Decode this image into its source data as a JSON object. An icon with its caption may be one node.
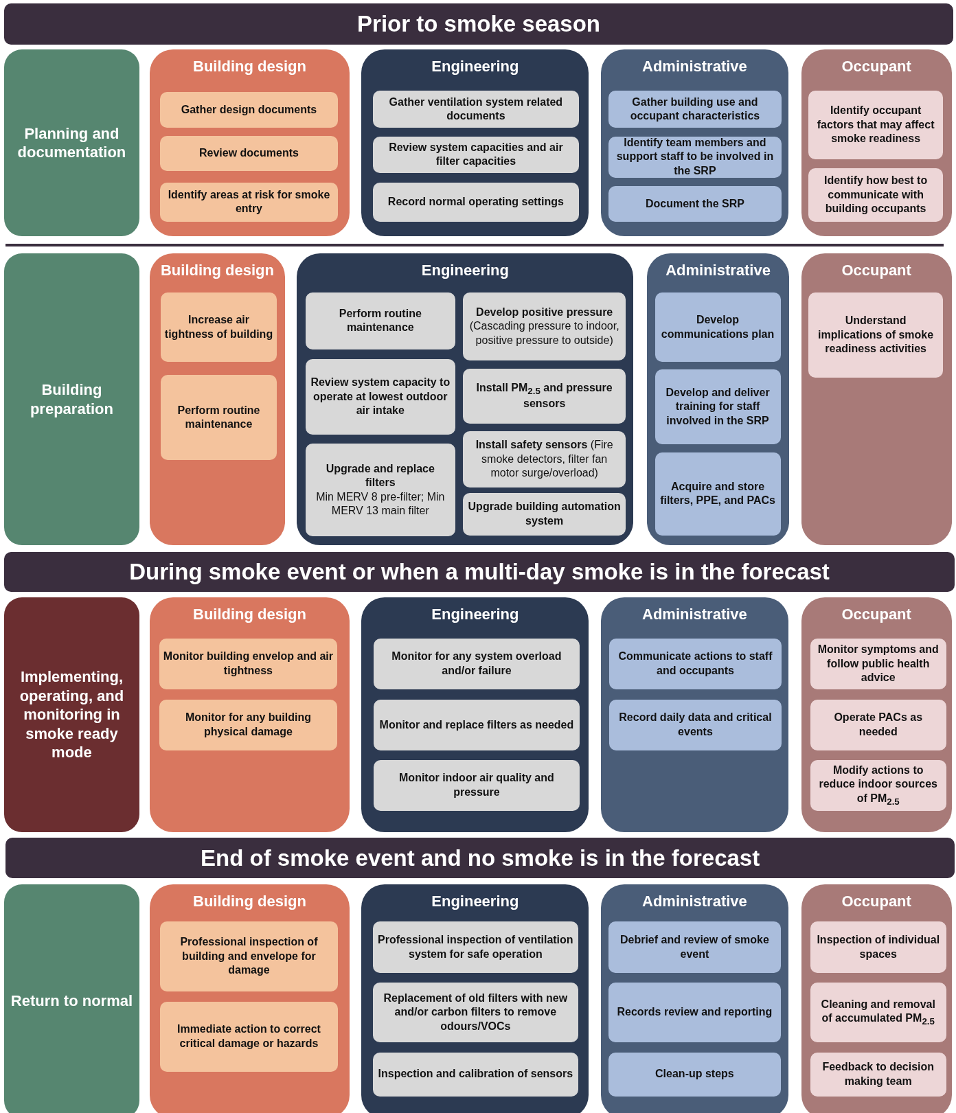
{
  "diagram": {
    "nodes": [
      {
        "text": [
          "Prior to smoke season"
        ]
      },
      {
        "text": [
          "Planning and documentation"
        ]
      },
      {
        "text": [
          "Building design"
        ]
      },
      {
        "text": [
          "Gather design documents"
        ],
        "in": 2
      },
      {
        "text": [
          "Review documents"
        ],
        "in": 2
      },
      {
        "text": [
          "Identify areas at risk for smoke entry"
        ],
        "in": 2
      },
      {
        "text": [
          "Engineering"
        ]
      },
      {
        "text": [
          "Gather ventilation system related documents"
        ],
        "in": 6
      },
      {
        "text": [
          "Review system capacities and air filter capacities"
        ],
        "in": 6
      },
      {
        "text": [
          "Record normal operating settings"
        ],
        "in": 6
      },
      {
        "text": [
          "Administrative"
        ]
      },
      {
        "text": [
          "Gather building use and occupant characteristics"
        ],
        "in": 10
      },
      {
        "text": [
          "Identify team members and support staff to be involved in the SRP"
        ],
        "in": 10
      },
      {
        "text": [
          "Document the SRP"
        ],
        "in": 10
      },
      {
        "text": [
          "Occupant"
        ]
      },
      {
        "text": [
          "Identify occupant factors that may affect smoke readiness"
        ],
        "in": 14
      },
      {
        "text": [
          "Identify how best to communicate with building occupants"
        ],
        "in": 14
      },
      {
        "text": [
          "Building preparation"
        ]
      },
      {
        "text": [
          "Building design"
        ]
      },
      {
        "text": [
          "Increase air tightness of building"
        ],
        "in": 18
      },
      {
        "text": [
          "Perform routine maintenance"
        ],
        "in": 18
      },
      {
        "text": [
          "Engineering"
        ]
      },
      {
        "text": [
          "Perform routine maintenance"
        ],
        "in": 21
      },
      {
        "text": [
          "Develop positive pressure",
          "(Cascading pressure to indoor, positive pressure to outside)"
        ],
        "in": 21
      },
      {
        "text": [
          "Review system capacity to operate at lowest outdoor air intake"
        ],
        "in": 21
      },
      {
        "text": [
          "Install PM$_{2.5}$ and pressure sensors"
        ],
        "in": 21
      },
      {
        "text": [
          "**Install safety sensors** (Fire smoke detectors, filter fan motor surge/overload)"
        ],
        "in": 21
      },
      {
        "text": [
          "Upgrade and replace filters",
          "Min MERV 8 pre-filter; Min MERV 13 main filter"
        ],
        "in": 21
      },
      {
        "text": [
          "Upgrade building automation system"
        ],
        "in": 21
      },
      {
        "text": [
          "Administrative"
        ]
      },
      {
        "text": [
          "Develop communications plan"
        ],
        "in": 29
      },
      {
        "text": [
          "Develop and deliver training for staff involved in the SRP"
        ],
        "in": 29
      },
      {
        "text": [
          "Acquire and store filters, PPE, and PACs"
        ],
        "in": 29
      },
      {
        "text": [
          "Occupant"
        ]
      },
      {
        "text": [
          "Understand implications of smoke readiness activities"
        ],
        "in": 33
      },
      {
        "text": [
          "During smoke event or when a multi-day smoke is in the forecast"
        ]
      },
      {
        "text": [
          "Implementing, operating, and monitoring in smoke ready mode"
        ]
      },
      {
        "text": [
          "Building design"
        ]
      },
      {
        "text": [
          "Monitor building envelop and air tightness"
        ],
        "in": 37
      },
      {
        "text": [
          "Monitor for any building physical damage"
        ],
        "in": 37
      },
      {
        "text": [
          "Engineering"
        ]
      },
      {
        "text": [
          "Monitor for any system overload and/or failure"
        ],
        "in": 40
      },
      {
        "text": [
          "Monitor and replace filters as needed"
        ],
        "in": 40
      },
      {
        "text": [
          "Monitor indoor air quality and pressure"
        ],
        "in": 40
      },
      {
        "text": [
          "Administrative"
        ]
      },
      {
        "text": [
          "Communicate actions to staff and occupants"
        ],
        "in": 44
      },
      {
        "text": [
          "Record daily data and critical events"
        ],
        "in": 44
      },
      {
        "text": [
          "Occupant"
        ]
      },
      {
        "text": [
          "Monitor symptoms and follow public health advice"
        ],
        "in": 47
      },
      {
        "text": [
          "Operate PACs as needed"
        ],
        "in": 47
      },
      {
        "text": [
          "Modify actions to reduce indoor sources of PM$_{2.5}$"
        ],
        "in": 47
      },
      {
        "text": [
          "End of smoke event and no smoke is in the forecast"
        ]
      },
      {
        "text": [
          "Return to normal"
        ]
      },
      {
        "text": [
          "Building design"
        ]
      },
      {
        "text": [
          "Professional inspection of building and envelope for damage"
        ],
        "in": 53
      },
      {
        "text": [
          "Immediate action to correct critical damage or hazards"
        ],
        "in": 53
      },
      {
        "text": [
          "Engineering"
        ]
      },
      {
        "text": [
          "Professional inspection of ventilation system for safe operation"
        ],
        "in": 56
      },
      {
        "text": [
          "Replacement of old filters with new and/or carbon filters to remove odours/VOCs"
        ],
        "in": 56
      },
      {
        "text": [
          "Inspection and calibration of sensors"
        ],
        "in": 56
      },
      {
        "text": [
          "Administrative"
        ]
      },
      {
        "text": [
          "Debrief and review of smoke event"
        ],
        "in": 60
      },
      {
        "text": [
          "Records review and reporting"
        ],
        "in": 60
      },
      {
        "text": [
          "Clean-up steps"
        ],
        "in": 60
      },
      {
        "text": [
          "Occupant"
        ]
      },
      {
        "text": [
          "Inspection of individual spaces"
        ],
        "in": 64
      },
      {
        "text": [
          "Cleaning and removal of accumulated PM$_{2.5}$"
        ],
        "in": 64
      },
      {
        "text": [
          "Feedback to decision making team"
        ],
        "in": 64
      }
    ]
  }
}
